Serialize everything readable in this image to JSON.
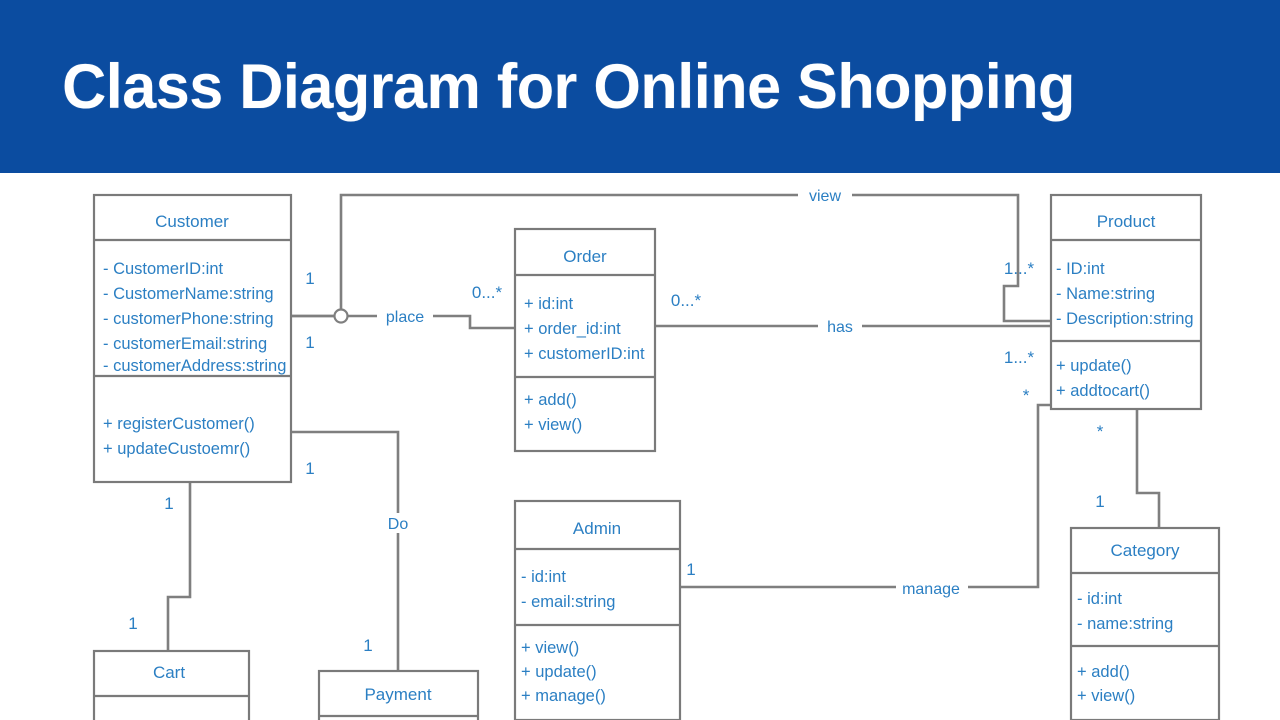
{
  "banner": {
    "title": "Class Diagram for Online Shopping",
    "background_color": "#0B4CA0",
    "text_color": "#FFFFFF"
  },
  "theme": {
    "class_text_color": "#2B7FC3",
    "box_border_color": "#7A7A7A",
    "connector_color": "#7F7F7F",
    "canvas_background": "#FFFFFF"
  },
  "diagram": {
    "type": "uml-class-diagram",
    "classes": [
      {
        "id": "customer",
        "name": "Customer",
        "attributes": [
          "- CustomerID:int",
          "- CustomerName:string",
          "- customerPhone:string",
          "- customerEmail:string",
          "- customerAddress:string"
        ],
        "methods": [
          "+ registerCustomer()",
          "+ updateCustoemr()"
        ]
      },
      {
        "id": "order",
        "name": "Order",
        "attributes": [
          "+ id:int",
          "+ order_id:int",
          "+ customerID:int"
        ],
        "methods": [
          "+ add()",
          "+ view()"
        ]
      },
      {
        "id": "product",
        "name": "Product",
        "attributes": [
          "- ID:int",
          "- Name:string",
          "- Description:string"
        ],
        "methods": [
          "+ update()",
          "+ addtocart()"
        ]
      },
      {
        "id": "admin",
        "name": "Admin",
        "attributes": [
          "- id:int",
          "- email:string"
        ],
        "methods": [
          "+ view()",
          "+ update()",
          "+ manage()"
        ]
      },
      {
        "id": "category",
        "name": "Category",
        "attributes": [
          "- id:int",
          "- name:string"
        ],
        "methods": [
          "+ add()",
          "+ view()"
        ]
      },
      {
        "id": "cart",
        "name": "Cart",
        "attributes": [],
        "methods": [],
        "clipped": "bottom"
      },
      {
        "id": "payment",
        "name": "Payment",
        "attributes": [],
        "methods": [],
        "clipped": "bottom"
      }
    ],
    "relationships": [
      {
        "id": "place",
        "label": "place",
        "from": "customer",
        "to": "order",
        "from_multiplicity": "1",
        "to_multiplicity": "0...*"
      },
      {
        "id": "view",
        "label": "view",
        "from": "customer",
        "to": "product",
        "from_multiplicity": "1",
        "to_multiplicity": "1...*"
      },
      {
        "id": "has",
        "label": "has",
        "from": "order",
        "to": "product",
        "from_multiplicity": "0...*",
        "to_multiplicity": "1...*"
      },
      {
        "id": "do",
        "label": "Do",
        "from": "customer",
        "to": "payment",
        "from_multiplicity": "1",
        "to_multiplicity": "1"
      },
      {
        "id": "own",
        "label": "",
        "from": "customer",
        "to": "cart",
        "from_multiplicity": "1",
        "to_multiplicity": "1"
      },
      {
        "id": "manage",
        "label": "manage",
        "from": "admin",
        "to": "product",
        "from_multiplicity": "1",
        "to_multiplicity": "*"
      },
      {
        "id": "belong",
        "label": "",
        "from": "product",
        "to": "category",
        "from_multiplicity": "*",
        "to_multiplicity": "1"
      }
    ],
    "multiplicity_labels": {
      "customer_place": "1",
      "customer_view": "1",
      "customer_do": "1",
      "customer_cart_top": "1",
      "customer_cart_bottom": "1",
      "order_in": "0...*",
      "order_has": "0...*",
      "product_view": "1...*",
      "product_has": "1...*",
      "product_manage": "*",
      "product_category": "*",
      "category_one": "1",
      "admin_manage": "1",
      "payment_one": "1"
    }
  }
}
